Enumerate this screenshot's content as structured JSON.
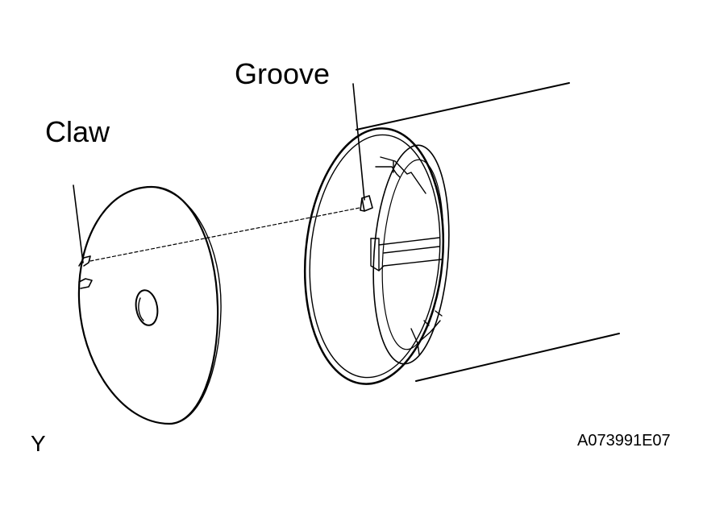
{
  "labels": {
    "groove": "Groove",
    "claw": "Claw",
    "view": "Y",
    "figure_code": "A073991E07"
  },
  "colors": {
    "line": "#000000",
    "background": "#ffffff"
  }
}
